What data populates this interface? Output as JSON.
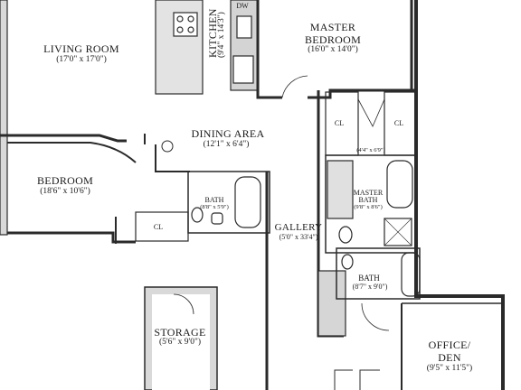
{
  "rooms": {
    "living_room": {
      "name": "LIVING ROOM",
      "dims": "(17'0\" x 17'0\")"
    },
    "kitchen": {
      "name": "KITCHEN",
      "dims": "(9'4\" x 14'3\")",
      "dw": "DW"
    },
    "master_bedroom": {
      "name_line1": "MASTER",
      "name_line2": "BEDROOM",
      "dims": "(16'0\" x 14'0\")"
    },
    "dining_area": {
      "name": "DINING AREA",
      "dims": "(12'1\" x 6'4\")"
    },
    "bedroom": {
      "name": "BEDROOM",
      "dims": "(18'6\" x 10'6\")"
    },
    "bath_small": {
      "name": "BATH",
      "dims": "(8'8\" x 5'9\")"
    },
    "closet_bedroom": {
      "name": "CL"
    },
    "closet_master_left": {
      "name": "CL"
    },
    "closet_master_right": {
      "name": "CL"
    },
    "master_closet_dims": "(4'4\" x 6'9\")",
    "master_bath": {
      "name_line1": "MASTER",
      "name_line2": "BATH",
      "dims": "(9'8\" x 8'6\")"
    },
    "gallery": {
      "name": "GALLERY",
      "dims": "(5'0\" x 33'4\")"
    },
    "bath_second": {
      "name": "BATH",
      "dims": "(8'7\" x 9'0\")"
    },
    "storage": {
      "name": "STORAGE",
      "dims": "(5'6\" x 9'0\")"
    },
    "office_den": {
      "name_line1": "OFFICE/",
      "name_line2": "DEN",
      "dims": "(9'5\" x 11'5\")"
    }
  }
}
